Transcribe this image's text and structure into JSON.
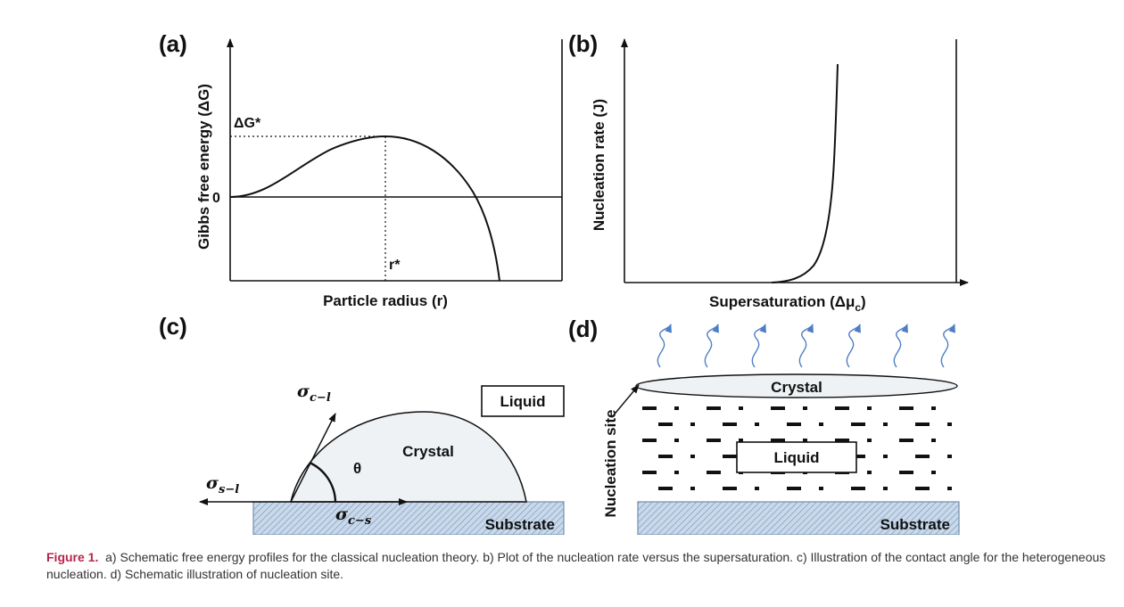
{
  "panels": {
    "a": {
      "label": "(a)",
      "ylabel": "Gibbs free energy (ΔG)",
      "xlabel": "Particle radius (r)",
      "peak_label": "ΔG*",
      "zero_label": "0",
      "radius_label": "r*"
    },
    "b": {
      "label": "(b)",
      "ylabel": "Nucleation rate (J)",
      "xlabel_main": "Supersaturation (Δμ",
      "xlabel_sub": "c",
      "xlabel_end": ")"
    },
    "c": {
      "label": "(c)",
      "liquid": "Liquid",
      "crystal": "Crystal",
      "substrate": "Substrate",
      "theta": "θ",
      "sigma_cl": {
        "main": "σ",
        "sub": "c−l"
      },
      "sigma_sl": {
        "main": "σ",
        "sub": "s−l"
      },
      "sigma_cs": {
        "main": "σ",
        "sub": "c−s"
      }
    },
    "d": {
      "label": "(d)",
      "crystal": "Crystal",
      "liquid": "Liquid",
      "substrate": "Substrate",
      "nucleation_site": "Nucleation site"
    }
  },
  "caption": {
    "label": "Figure 1.",
    "text": "a) Schematic free energy profiles for the classical nucleation theory. b) Plot of the nucleation rate versus the supersaturation. c) Illustration of the contact angle for the heterogeneous nucleation. d) Schematic illustration of nucleation site."
  },
  "colors": {
    "substrate_fill": "#c9d9ea",
    "substrate_stroke": "#6f8fb3",
    "crystal_fill": "#eef2f5",
    "arrow_blue": "#4d7fc2"
  }
}
